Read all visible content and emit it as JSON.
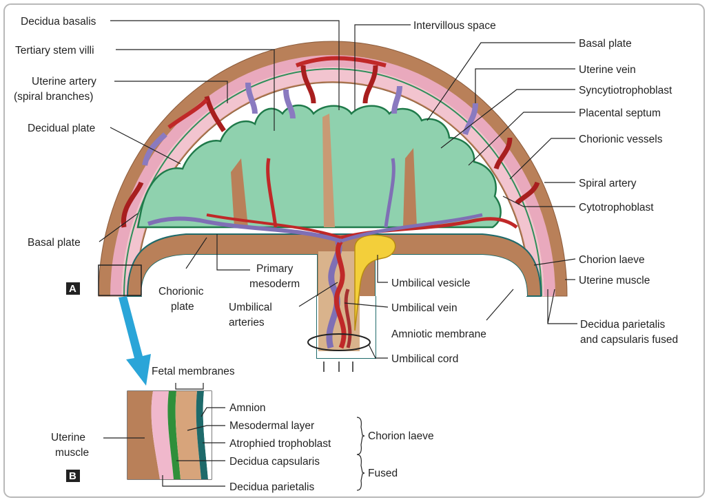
{
  "panels": {
    "a": "A",
    "b": "B"
  },
  "labels": {
    "decidua_basalis": "Decidua basalis",
    "tertiary_stem_villi": "Tertiary stem villi",
    "uterine_artery_1": "Uterine artery",
    "uterine_artery_2": "(spiral branches)",
    "decidual_plate": "Decidual plate",
    "basal_plate_left": "Basal plate",
    "chorionic_plate_1": "Chorionic",
    "chorionic_plate_2": "plate",
    "primary_mesoderm_1": "Primary",
    "primary_mesoderm_2": "mesoderm",
    "umbilical_arteries_1": "Umbilical",
    "umbilical_arteries_2": "arteries",
    "intervillous_space": "Intervillous space",
    "basal_plate_right": "Basal plate",
    "uterine_vein": "Uterine vein",
    "syncytiotrophoblast": "Syncytiotrophoblast",
    "placental_septum": "Placental septum",
    "chorionic_vessels": "Chorionic vessels",
    "spiral_artery": "Spiral artery",
    "cytotrophoblast": "Cytotrophoblast",
    "chorion_laeve": "Chorion laeve",
    "uterine_muscle": "Uterine muscle",
    "umbilical_vesicle": "Umbilical vesicle",
    "umbilical_vein": "Umbilical vein",
    "amniotic_membrane": "Amniotic membrane",
    "decidua_fused_1": "Decidua  parietalis",
    "decidua_fused_2": "and capsularis fused",
    "umbilical_cord": "Umbilical cord",
    "fetal_membranes": "Fetal membranes",
    "amnion": "Amnion",
    "mesodermal_layer": "Mesodermal layer",
    "atrophied_trophoblast": "Atrophied trophoblast",
    "chorion_laeve_b": "Chorion laeve",
    "decidua_capsularis": "Decidua capsularis",
    "fused": "Fused",
    "decidua_parietalis": "Decidua parietalis",
    "uterine_muscle_b_1": "Uterine",
    "uterine_muscle_b_2": "muscle"
  }
}
